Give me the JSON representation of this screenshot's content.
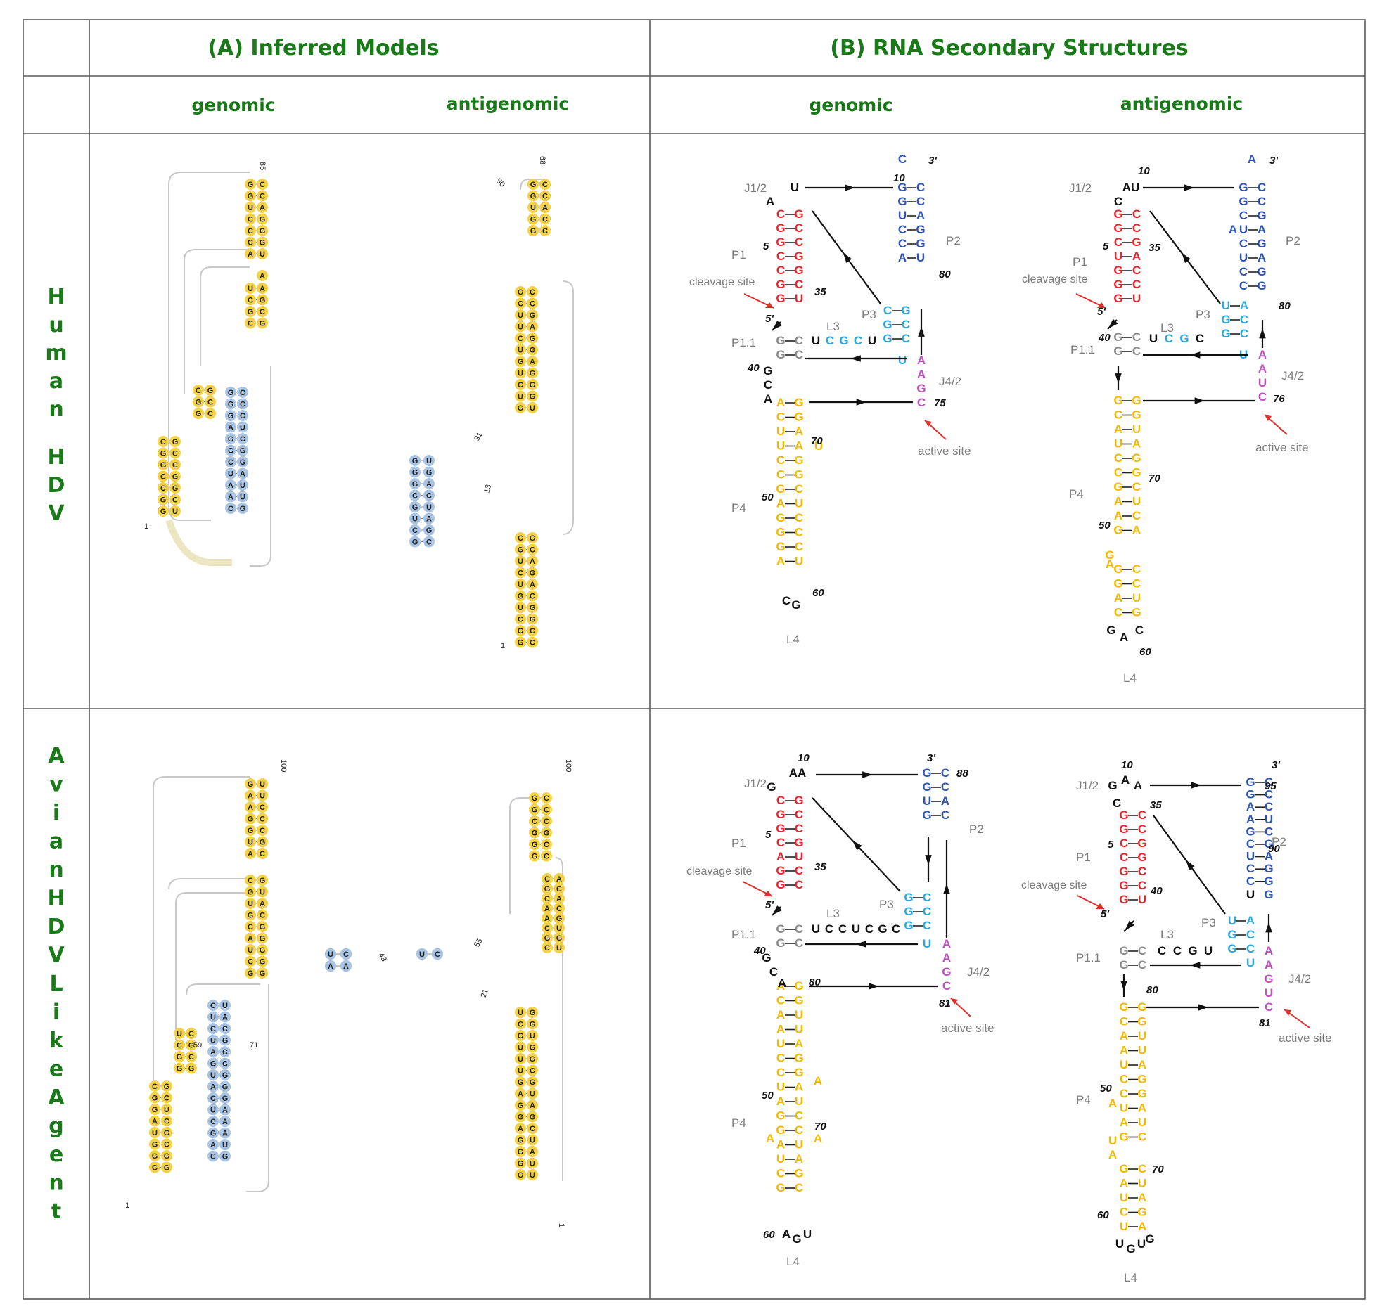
{
  "headers": {
    "col_a": "(A) Inferred Models",
    "col_b": "(B) RNA Secondary Structures",
    "genomic": "genomic",
    "antigenomic": "antigenomic"
  },
  "rows": {
    "human": "Human HDV",
    "avian": "Avian HDV Like Agent"
  },
  "structure_labels": {
    "J1_2": "J1/2",
    "P1": "P1",
    "P1_1": "P1.1",
    "P2": "P2",
    "P3": "P3",
    "L3": "L3",
    "P4": "P4",
    "L4": "L4",
    "J4_2": "J4/2",
    "cleavage_site": "cleavage site",
    "active_site": "active site",
    "five_prime": "5'",
    "three_prime": "3'"
  },
  "position_numbers": {
    "human_genomic": [
      "10",
      "5",
      "35",
      "80",
      "40",
      "75",
      "70",
      "50",
      "60"
    ],
    "human_antigenomic": [
      "10",
      "5",
      "35",
      "80",
      "40",
      "76",
      "70",
      "50",
      "60"
    ],
    "avian_genomic": [
      "10",
      "88",
      "5",
      "35",
      "40",
      "80",
      "81",
      "50",
      "70",
      "60"
    ],
    "avian_antigenomic": [
      "10",
      "95",
      "35",
      "90",
      "5",
      "40",
      "80",
      "81",
      "50",
      "70",
      "60"
    ],
    "model_human_genomic": [
      "85",
      "1"
    ],
    "model_human_antigenomic": [
      "68",
      "50",
      "31",
      "13",
      "1"
    ],
    "model_avian_genomic": [
      "100",
      "59",
      "71",
      "1"
    ],
    "model_avian_antigenomic": [
      "100",
      "43",
      "55",
      "21",
      "1"
    ]
  },
  "colors": {
    "header_green": "#1a7a1a",
    "p1_red": "#e8242c",
    "p2_blue": "#2e55b5",
    "p3_cyan": "#29a8e0",
    "p4_yellow": "#f5b800",
    "j42_magenta": "#c050c0",
    "label_grey": "#7d7d7d",
    "model_yellow": "#f3d24a",
    "model_blue": "#a9c4e2"
  }
}
